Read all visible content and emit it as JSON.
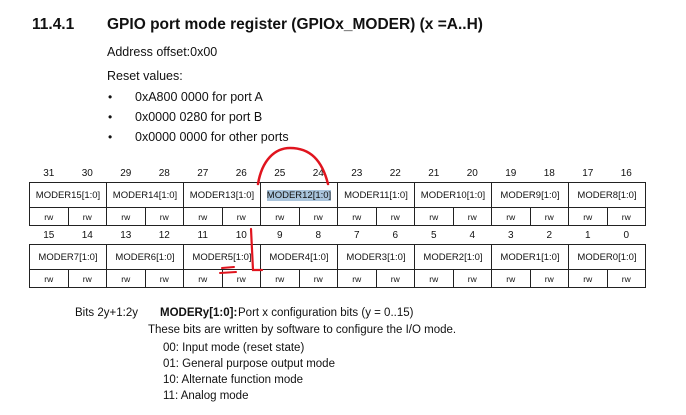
{
  "section": {
    "number": "11.4.1",
    "title": "GPIO port mode register (GPIOx_MODER) (x =A..H)"
  },
  "address_offset": "Address offset:0x00",
  "reset_label": "Reset values:",
  "reset_values": [
    "0xA800 0000 for port A",
    "0x0000 0280 for port B",
    "0x0000 0000 for other ports"
  ],
  "register": {
    "upper": {
      "bits": [
        "31",
        "30",
        "29",
        "28",
        "27",
        "26",
        "25",
        "24",
        "23",
        "22",
        "21",
        "20",
        "19",
        "18",
        "17",
        "16"
      ],
      "fields": [
        "MODER15[1:0]",
        "MODER14[1:0]",
        "MODER13[1:0]",
        "MODER12[1:0]",
        "MODER11[1:0]",
        "MODER10[1:0]",
        "MODER9[1:0]",
        "MODER8[1:0]"
      ],
      "access": [
        "rw",
        "rw",
        "rw",
        "rw",
        "rw",
        "rw",
        "rw",
        "rw",
        "rw",
        "rw",
        "rw",
        "rw",
        "rw",
        "rw",
        "rw",
        "rw"
      ]
    },
    "lower": {
      "bits": [
        "15",
        "14",
        "13",
        "12",
        "11",
        "10",
        "9",
        "8",
        "7",
        "6",
        "5",
        "4",
        "3",
        "2",
        "1",
        "0"
      ],
      "fields": [
        "MODER7[1:0]",
        "MODER6[1:0]",
        "MODER5[1:0]",
        "MODER4[1:0]",
        "MODER3[1:0]",
        "MODER2[1:0]",
        "MODER1[1:0]",
        "MODER0[1:0]"
      ],
      "access": [
        "rw",
        "rw",
        "rw",
        "rw",
        "rw",
        "rw",
        "rw",
        "rw",
        "rw",
        "rw",
        "rw",
        "rw",
        "rw",
        "rw",
        "rw",
        "rw"
      ]
    }
  },
  "description": {
    "bits": "Bits 2y+1:2y",
    "field": "MODERy[1:0]:",
    "summary": "Port x configuration bits (y = 0..15)",
    "detail": "These bits are written by software to configure the I/O mode.",
    "modes": [
      "00: Input mode (reset state)",
      "01: General purpose output mode",
      "10: Alternate function mode",
      "11: Analog mode"
    ]
  },
  "annotation_color": "#e0141e"
}
